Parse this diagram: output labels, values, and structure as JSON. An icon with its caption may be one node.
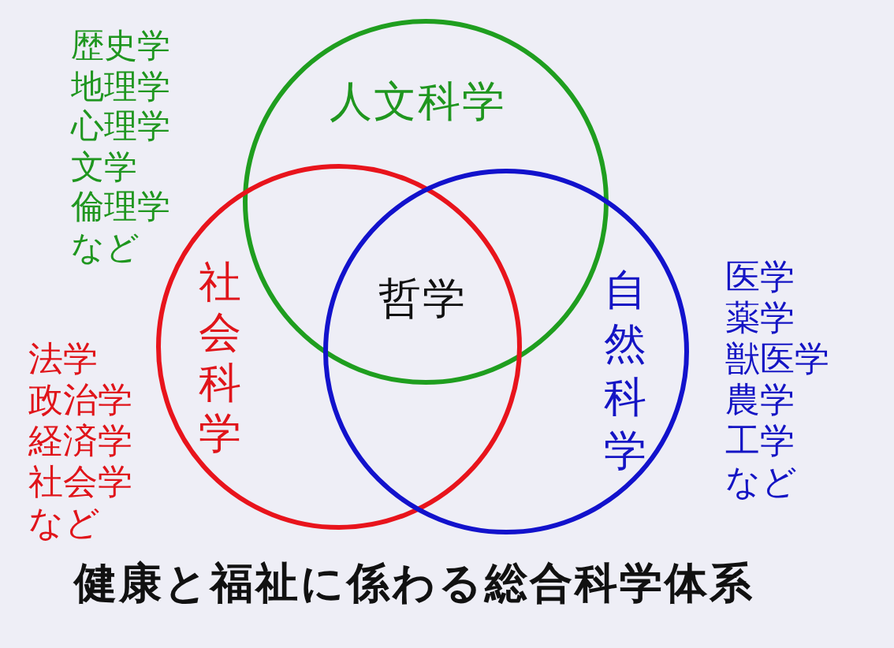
{
  "diagram": {
    "caption": "健康と福祉に係わる総合科学体系",
    "nodes": [
      {
        "text": [
          "人文科学"
        ],
        "beside": [
          "歴史学",
          "地理学",
          "心理学",
          "文学",
          "倫理学",
          "など"
        ]
      },
      {
        "text": [
          "社会科学"
        ],
        "beside": [
          "法学",
          "政治学",
          "経済学",
          "社会学",
          "など"
        ]
      },
      {
        "text": [
          "自然科学"
        ],
        "beside": [
          "医学",
          "薬学",
          "獣医学",
          "農学",
          "工学",
          "など"
        ]
      }
    ],
    "labels": [
      "哲学"
    ]
  }
}
